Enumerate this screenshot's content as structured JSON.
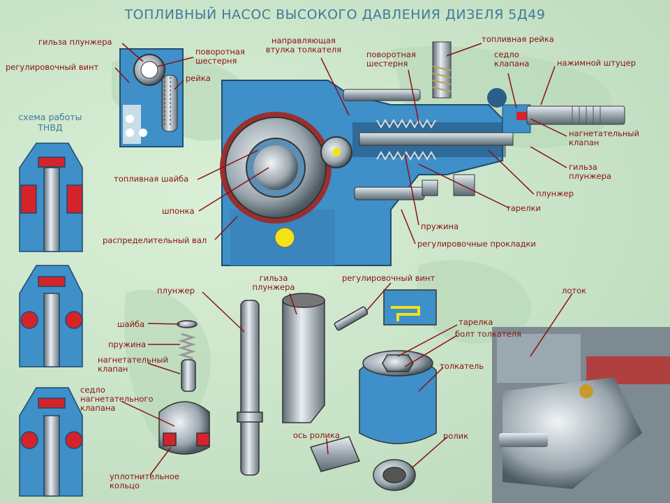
{
  "title": "ТОПЛИВНЫЙ НАСОС ВЫСОКОГО ДАВЛЕНИЯ ДИЗЕЛЯ 5Д49",
  "scheme_title": "схема работы ТНВД",
  "colors": {
    "steel_blue": "#3f8fc9",
    "red": "#d4242a",
    "label_red": "#8a1010",
    "background": "#c9e4c8",
    "title": "#3f7a9a"
  },
  "labels": {
    "plunger_sleeve_top": "гильза плунжера",
    "adjust_screw_top": "регулировочный винт",
    "rotary_gear_left": "поворотная шестерня",
    "rack_left": "рейка",
    "guide_sleeve": "направляющая втулка толкателя",
    "rotary_gear_center": "поворотная шестерня",
    "fuel_rack": "топливная рейка",
    "valve_seat": "седло клапана",
    "pressure_fitting": "нажимной штуцер",
    "delivery_valve": "нагнетательный клапан",
    "plunger_sleeve_right": "гильза плунжера",
    "plunger_right": "плунжер",
    "plates": "тарелки",
    "spring_center": "пружина",
    "adjust_shims": "регулировочные прокладки",
    "fuel_washer": "топливная шайба",
    "key": "шпонка",
    "camshaft": "распределительный вал",
    "plunger_bottom": "плунжер",
    "washer": "шайба",
    "spring_bottom": "пружина",
    "delivery_valve_bottom": "нагнетательный клапан",
    "valve_seat_bottom": "седло нагнетательного клапана",
    "sealing_ring": "уплотнительное кольцо",
    "plunger_sleeve_bottom": "гильза плунжера",
    "adjust_screw_bottom": "регулировочный винт",
    "plate_bottom": "тарелка",
    "pusher_bolt": "болт толкателя",
    "pusher": "толкатель",
    "roller_axis": "ось ролика",
    "roller": "ролик",
    "tray": "лоток"
  }
}
